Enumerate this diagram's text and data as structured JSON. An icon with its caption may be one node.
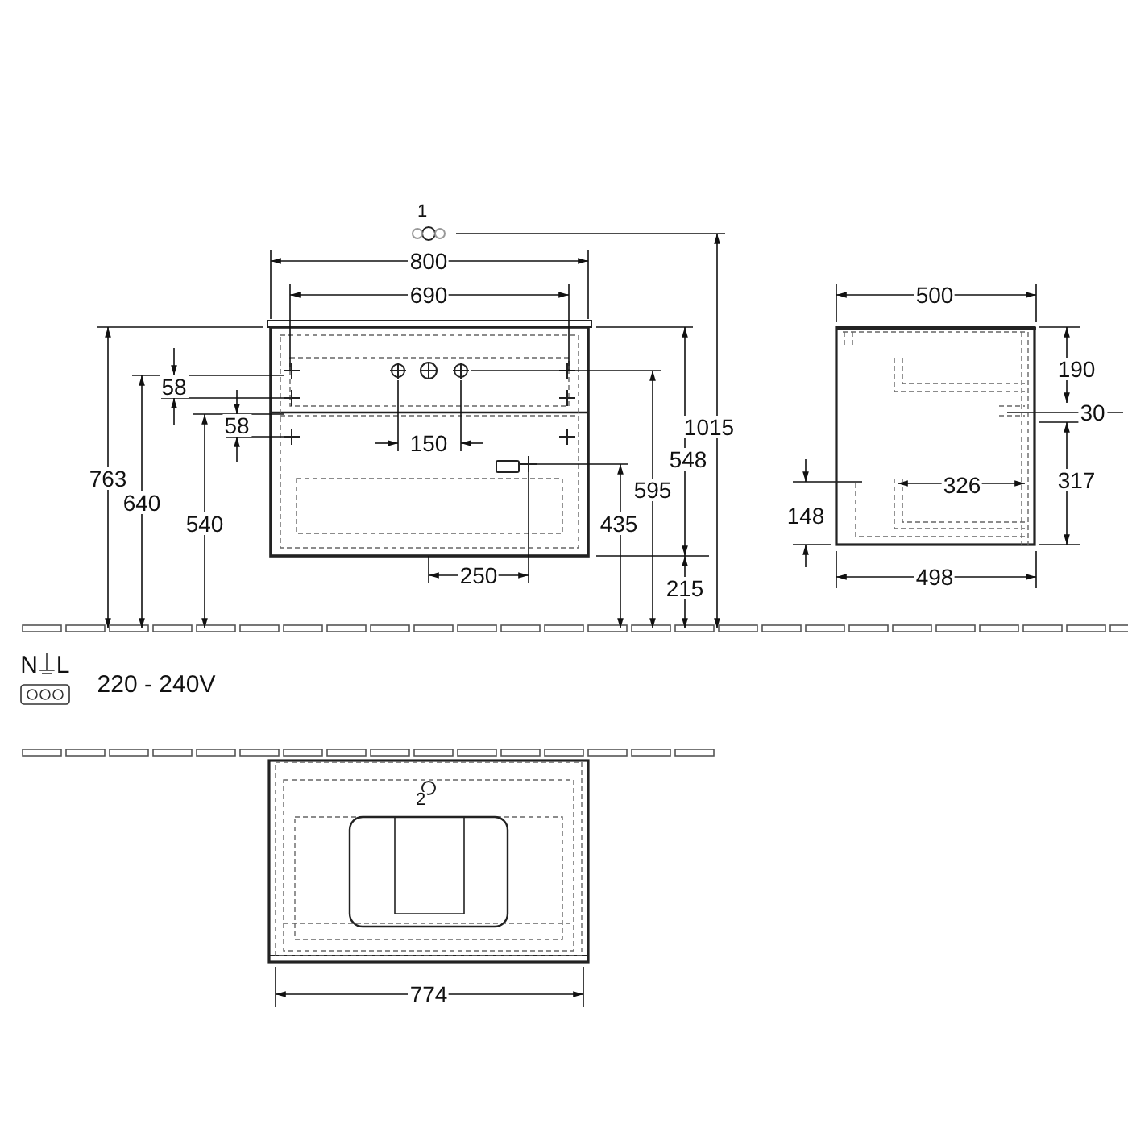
{
  "diagram": {
    "labels": [
      "1",
      "800",
      "690",
      "1015",
      "500",
      "190",
      "58",
      "30",
      "58",
      "150",
      "548",
      "595",
      "763",
      "640",
      "540",
      "435",
      "317",
      "148",
      "326",
      "250",
      "215",
      "498",
      "N",
      "L",
      "220 - 240V",
      "2",
      "774"
    ]
  }
}
